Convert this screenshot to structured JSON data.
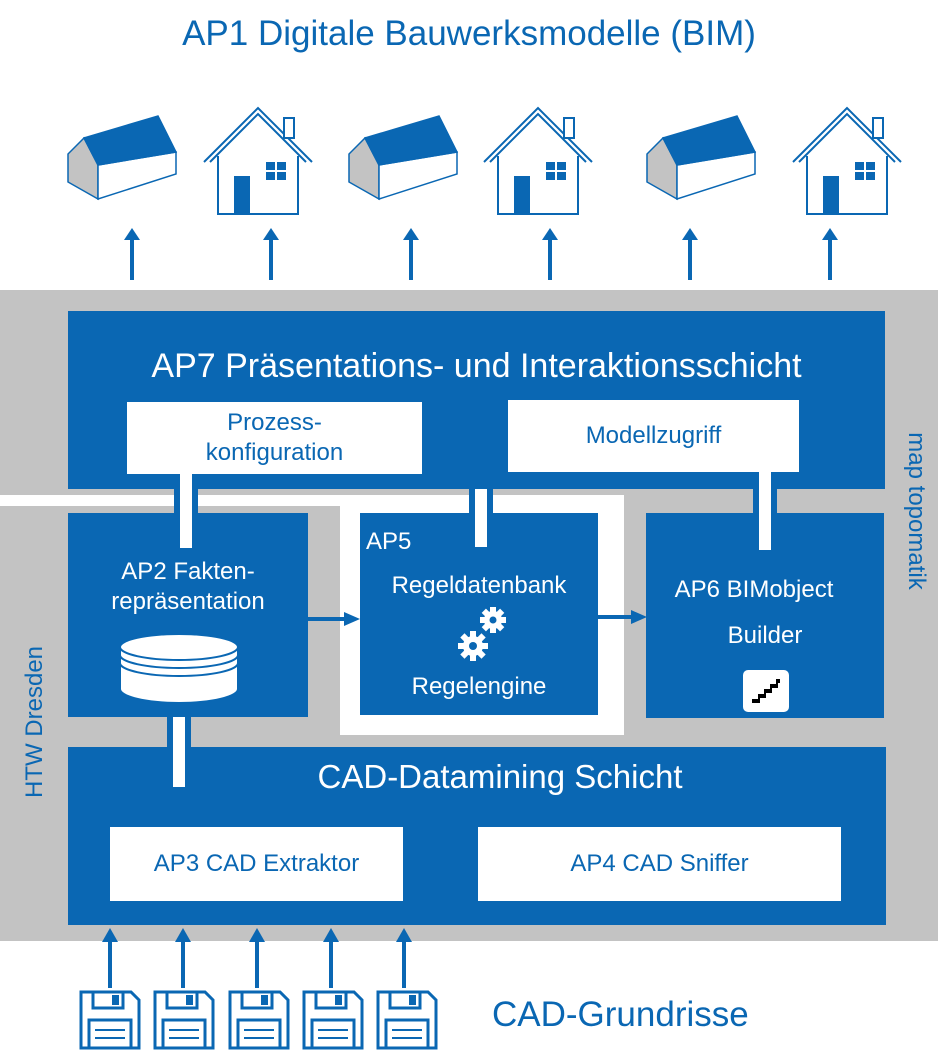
{
  "title": "AP1 Digitale Bauwerksmodelle (BIM)",
  "top_layer": {
    "title": "AP7 Präsentations- und Interaktionsschicht",
    "box_left": "Prozess-\nkonfiguration",
    "box_right": "Modellzugriff",
    "side_label": "map topomatik"
  },
  "ap2": {
    "label": "AP2 Fakten-\nrepräsentation"
  },
  "ap5": {
    "line1": "AP5",
    "line2": "Regeldatenbank",
    "line3": "Regelengine"
  },
  "ap6": {
    "line1": "AP6 BIMobject",
    "line2": "Builder"
  },
  "bottom_layer": {
    "title": "CAD-Datamining Schicht",
    "box_left": "AP3 CAD Extraktor",
    "box_right": "AP4 CAD Sniffer",
    "side_label": "HTW Dresden"
  },
  "footer_label": "CAD-Grundrisse",
  "colors": {
    "blue": "#0A67B3",
    "gray": "#C3C3C3",
    "white": "#FFFFFF"
  }
}
